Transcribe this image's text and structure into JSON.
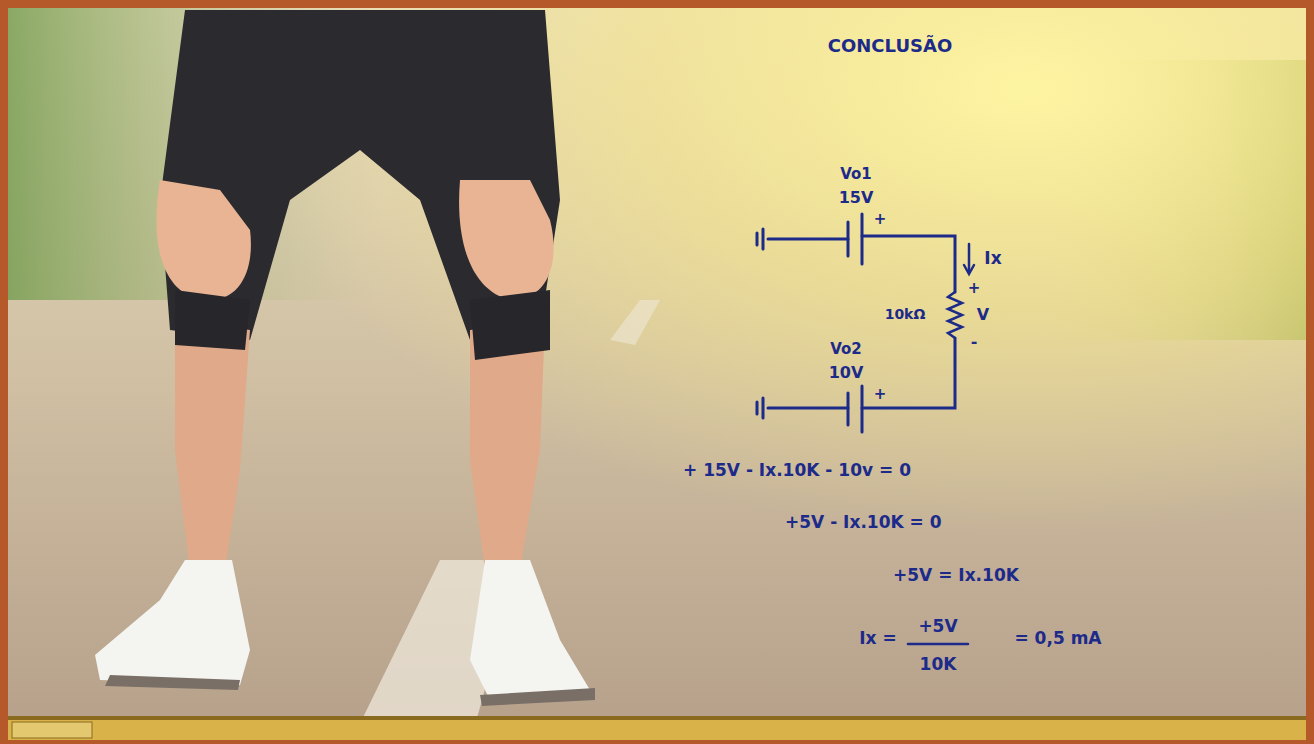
{
  "diagram": {
    "title": "CONCLUSÃO",
    "labels": [
      "Vo1",
      "15V",
      "+",
      "Ix",
      "+",
      "V",
      "-",
      "10kΩ",
      "Vo2",
      "10V",
      "+",
      "+ 15V - Ix.10K - 10v = 0",
      "+5V - Ix.10K = 0",
      "+5V = Ix.10K",
      "Ix =",
      "+5V",
      "10K",
      "= 0,5 mA"
    ]
  }
}
